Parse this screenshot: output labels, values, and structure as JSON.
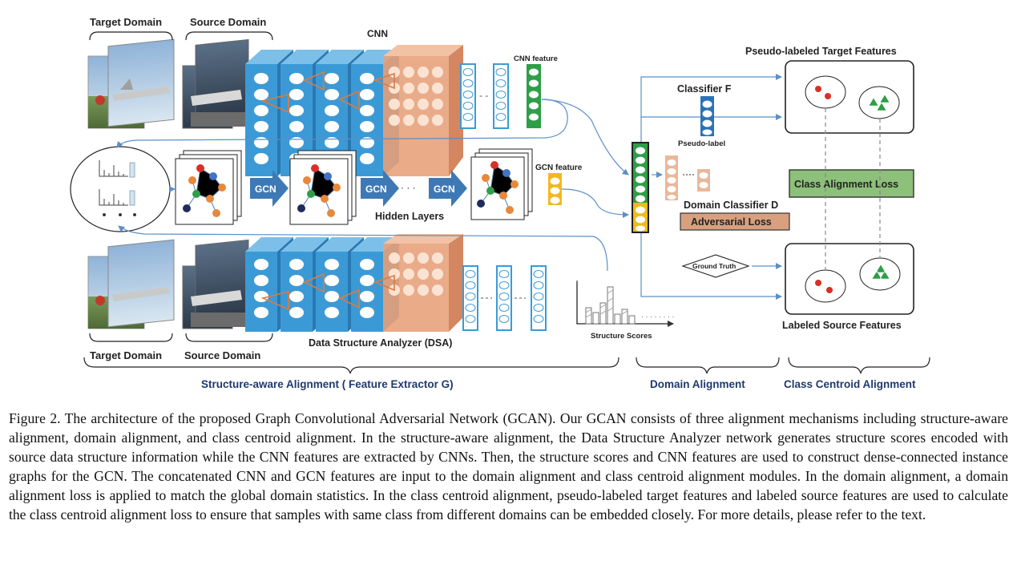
{
  "labels": {
    "target_domain": "Target Domain",
    "source_domain": "Source Domain",
    "cnn": "CNN",
    "cnn_feature": "CNN feature",
    "gcn_feature": "GCN feature",
    "gcn": "GCN",
    "ellipsis": "· · ·",
    "hidden_layers": "Hidden Layers",
    "classifier_f": "Classifier  F",
    "pseudo_label": "Pseudo-label",
    "domain_classifier": "Domain Classifier  D",
    "adversarial_loss": "Adversarial Loss",
    "class_alignment_loss": "Class Alignment Loss",
    "ground_truth": "Ground Truth",
    "pseudo_labeled_target": "Pseudo-labeled Target Features",
    "labeled_source": "Labeled Source Features",
    "dsa": "Data Structure Analyzer (DSA)",
    "structure_scores": "Structure Scores",
    "dots": "· · · · · · · ·"
  },
  "sections": {
    "structure_aware": "Structure-aware Alignment  ( Feature Extractor  G)",
    "domain_alignment": "Domain Alignment",
    "class_centroid": "Class Centroid Alignment"
  },
  "caption": "Figure 2. The architecture of the proposed Graph Convolutional Adversarial Network (GCAN). Our GCAN consists of three alignment mechanisms including structure-aware alignment, domain alignment, and class centroid alignment. In the structure-aware alignment, the Data Structure Analyzer network generates structure scores encoded with source data structure information while the CNN features are extracted by CNNs. Then, the structure scores and CNN features are used to construct dense-connected instance graphs for the GCN. The concatenated CNN and GCN features are input to the domain alignment and class centroid alignment modules. In the domain alignment, a domain alignment loss is applied to match the global domain statistics. In the class centroid alignment, pseudo-labeled target features and labeled source features are used to calculate the class centroid alignment loss to ensure that samples with same class from different domains can be embedded closely. For more details, please refer to the text.",
  "colors": {
    "cnn_layer": "#3b9ad6",
    "cnn_last": "#e8a27c",
    "feature_blue": "#2a73b8",
    "feature_green": "#2e9e48",
    "feature_yellow": "#f2b81f",
    "feature_peach": "#e9b89a",
    "gcn_arrow": "#3f79b5",
    "class_loss_fill": "#8dc07a",
    "adv_loss_fill": "#d8a07e",
    "section_text": "#1f3a6e"
  }
}
